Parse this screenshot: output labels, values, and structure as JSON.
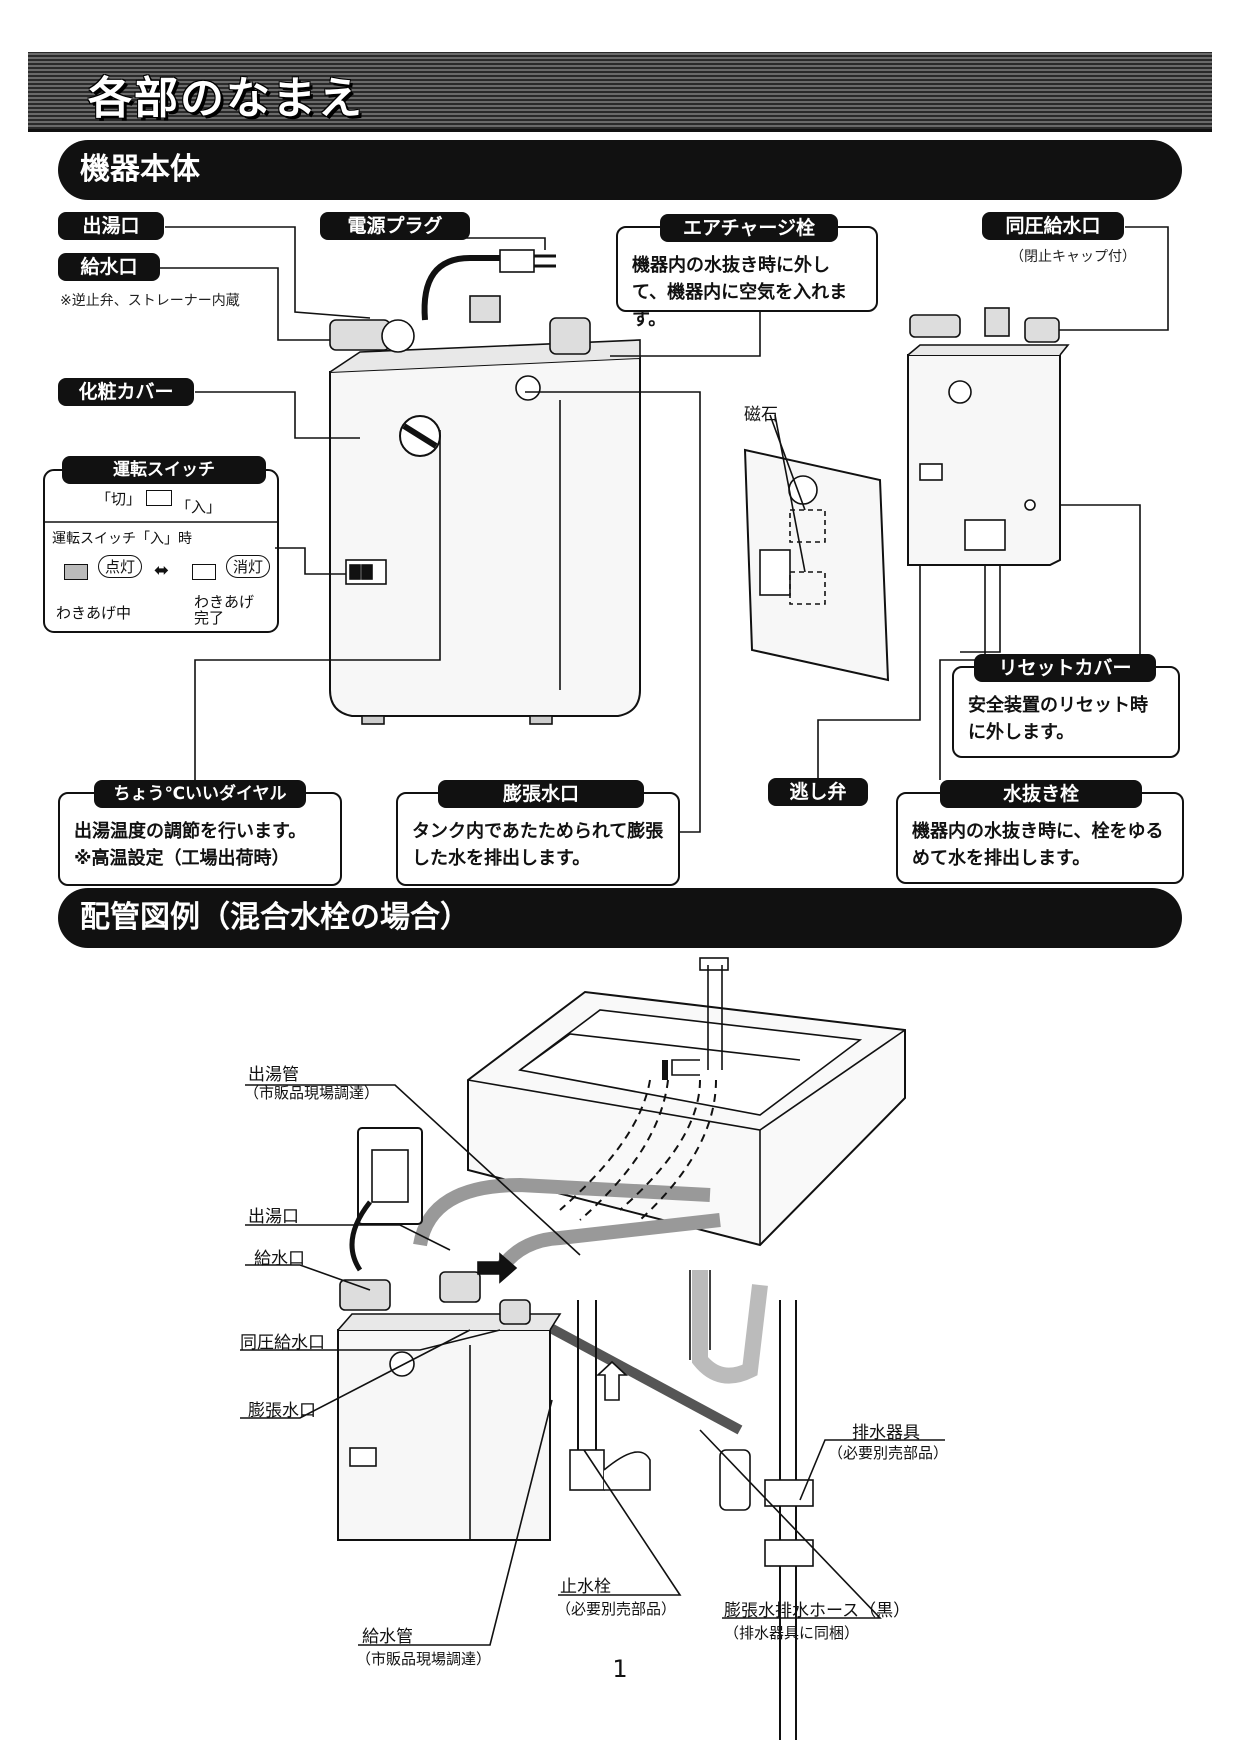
{
  "page_title": "各部のなまえ",
  "section_unit": "機器本体",
  "section_piping": "配管図例（混合水栓の場合）",
  "labels": {
    "hot_water_outlet": "出湯口",
    "water_inlet": "給水口",
    "water_inlet_note": "※逆止弁、ストレーナー内蔵",
    "power_plug": "電源プラグ",
    "air_charge_plug": "エアチャージ栓",
    "air_charge_desc": "機器内の水抜き時に外して、機器内に空気を入れます。",
    "same_pressure_inlet": "同圧給水口",
    "same_pressure_note": "（閉止キャップ付）",
    "decor_cover": "化粧カバー",
    "magnet": "磁石",
    "reset_cover": "リセットカバー",
    "reset_cover_desc": "安全装置のリセット時に外します。",
    "relief_valve": "逃し弁",
    "drain_plug": "水抜き栓",
    "drain_plug_desc": "機器内の水抜き時に、栓をゆるめて水を排出します。",
    "temp_dial": "ちょう℃いいダイヤル",
    "temp_dial_desc_1": "出湯温度の調節を行います。",
    "temp_dial_desc_2": "※高温設定（工場出荷時）",
    "expansion_outlet": "膨張水口",
    "expansion_outlet_desc": "タンク内であたためられて膨張した水を排出します。"
  },
  "switch_box": {
    "title": "運転スイッチ",
    "off_label": "「切」",
    "on_label": "「入」",
    "on_state": "運転スイッチ「入」時",
    "lit": "点灯",
    "unlit": "消灯",
    "heating": "わきあげ中",
    "done": "わきあげ完了"
  },
  "piping": {
    "outlet_pipe": "出湯管",
    "outlet_pipe_note": "（市販品現場調達）",
    "hot_water_outlet": "出湯口",
    "water_inlet": "給水口",
    "same_pressure_inlet": "同圧給水口",
    "expansion_outlet": "膨張水口",
    "drain_fixture": "排水器具",
    "drain_fixture_note": "（必要別売部品）",
    "stop_valve": "止水栓",
    "stop_valve_note": "（必要別売部品）",
    "supply_pipe": "給水管",
    "supply_pipe_note": "（市販品現場調達）",
    "expansion_hose": "膨張水排水ホース（黒）",
    "expansion_hose_note": "（排水器具に同梱）"
  },
  "page_number": "1"
}
